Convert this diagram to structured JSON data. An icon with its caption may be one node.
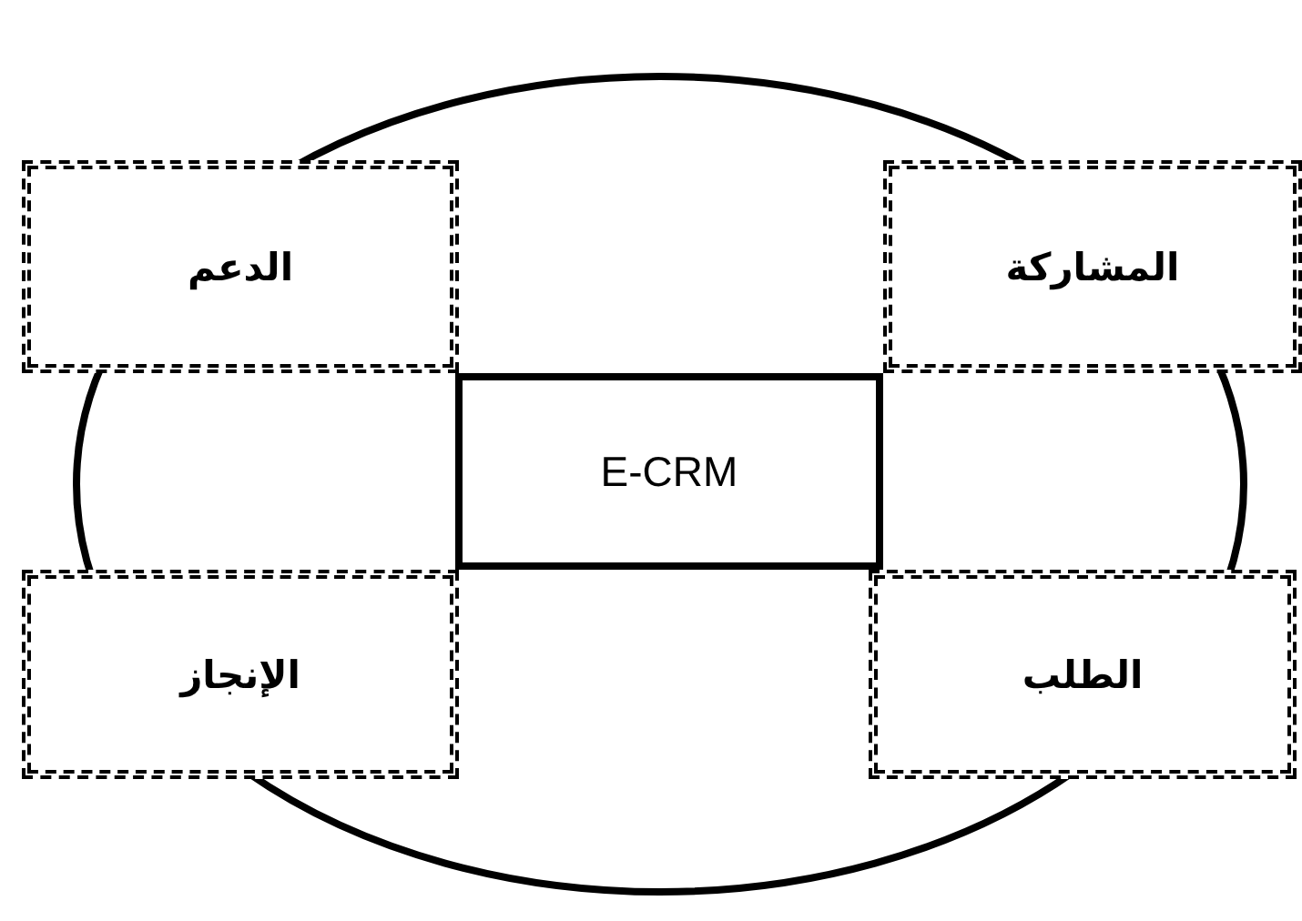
{
  "diagram": {
    "nodes": [
      {
        "text": [],
        "shape": "circle"
      },
      {
        "text": [
          "الدعم"
        ]
      },
      {
        "text": [
          "المشاركة"
        ]
      },
      {
        "text": [
          "E-CRM"
        ],
        "in": 0
      },
      {
        "text": [
          "الإنجاز"
        ]
      },
      {
        "text": [
          "الطلب"
        ]
      }
    ],
    "edges": []
  }
}
